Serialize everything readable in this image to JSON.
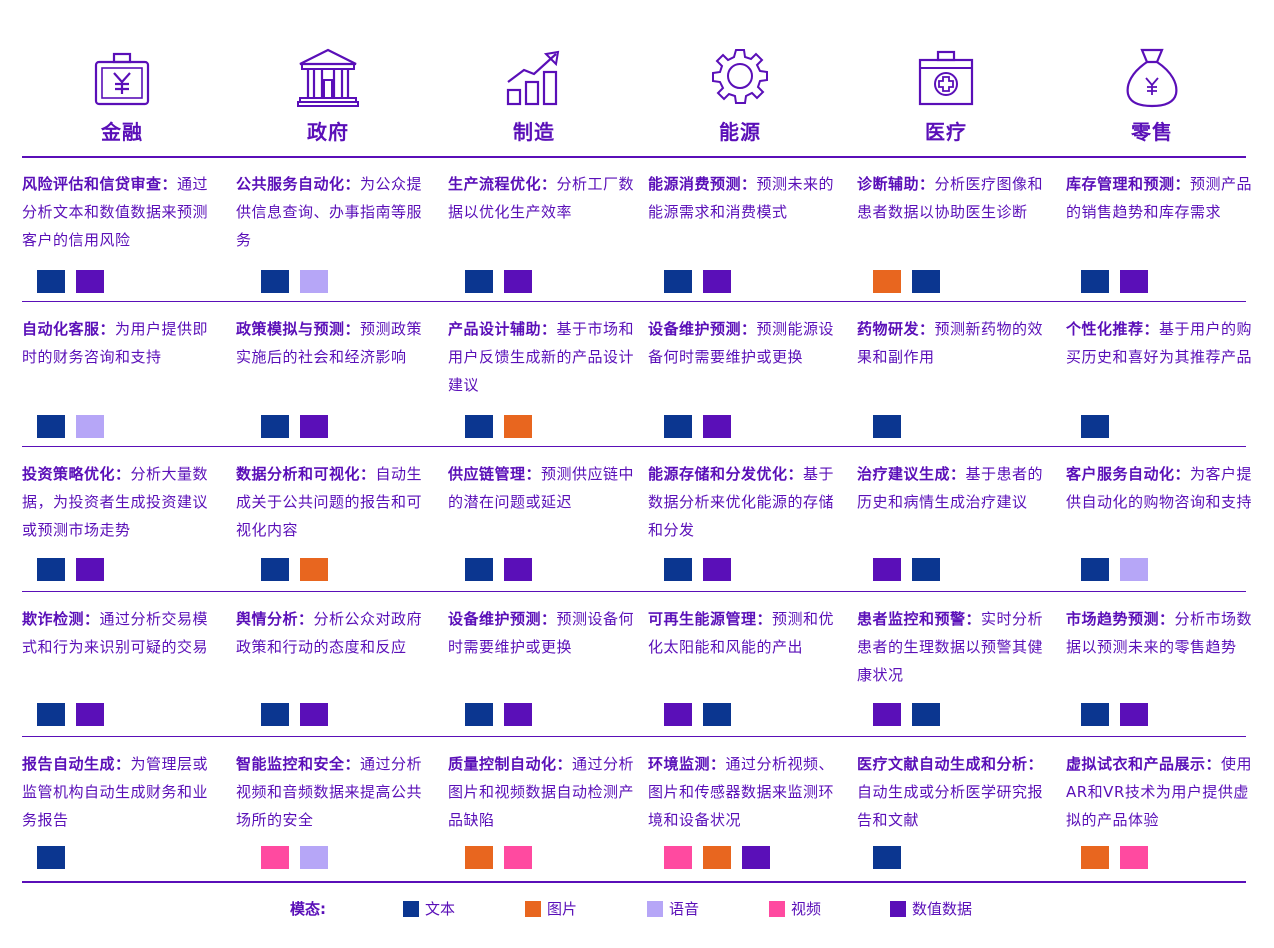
{
  "colors": {
    "text": "#0b3690",
    "image": "#e8661f",
    "voice": "#b6a6f7",
    "video": "#ff4aa0",
    "numeric": "#5a0fb8",
    "ink": "#5a0fb8"
  },
  "headers": [
    {
      "label": "金融",
      "icon": "money-bag-icon"
    },
    {
      "label": "政府",
      "icon": "government-building-icon"
    },
    {
      "label": "制造",
      "icon": "growth-chart-icon"
    },
    {
      "label": "能源",
      "icon": "gear-icon"
    },
    {
      "label": "医疗",
      "icon": "medical-kit-icon"
    },
    {
      "label": "零售",
      "icon": "money-sack-icon"
    }
  ],
  "rows": [
    [
      {
        "title": "风险评估和信贷审查：",
        "desc": "通过分析文本和数值数据来预测客户的信用风险",
        "modalities": [
          "text",
          "numeric"
        ]
      },
      {
        "title": "公共服务自动化：",
        "desc": "为公众提供信息查询、办事指南等服务",
        "modalities": [
          "text",
          "voice"
        ]
      },
      {
        "title": "生产流程优化：",
        "desc": "分析工厂数据以优化生产效率",
        "modalities": [
          "text",
          "numeric"
        ]
      },
      {
        "title": "能源消费预测：",
        "desc": "预测未来的能源需求和消费模式",
        "modalities": [
          "text",
          "numeric"
        ]
      },
      {
        "title": "诊断辅助：",
        "desc": "分析医疗图像和患者数据以协助医生诊断",
        "modalities": [
          "image",
          "text"
        ]
      },
      {
        "title": "库存管理和预测：",
        "desc": "预测产品的销售趋势和库存需求",
        "modalities": [
          "text",
          "numeric"
        ]
      }
    ],
    [
      {
        "title": "自动化客服：",
        "desc": "为用户提供即时的财务咨询和支持",
        "modalities": [
          "text",
          "voice"
        ]
      },
      {
        "title": "政策模拟与预测：",
        "desc": "预测政策实施后的社会和经济影响",
        "modalities": [
          "text",
          "numeric"
        ]
      },
      {
        "title": "产品设计辅助：",
        "desc": "基于市场和用户反馈生成新的产品设计建议",
        "modalities": [
          "text",
          "image"
        ]
      },
      {
        "title": "设备维护预测：",
        "desc": "预测能源设备何时需要维护或更换",
        "modalities": [
          "text",
          "numeric"
        ]
      },
      {
        "title": "药物研发：",
        "desc": "预测新药物的效果和副作用",
        "modalities": [
          "text"
        ]
      },
      {
        "title": "个性化推荐：",
        "desc": "基于用户的购买历史和喜好为其推荐产品",
        "modalities": [
          "text"
        ]
      }
    ],
    [
      {
        "title": "投资策略优化：",
        "desc": "分析大量数据，为投资者生成投资建议或预测市场走势",
        "modalities": [
          "text",
          "numeric"
        ]
      },
      {
        "title": "数据分析和可视化：",
        "desc": "自动生成关于公共问题的报告和可视化内容",
        "modalities": [
          "text",
          "image"
        ]
      },
      {
        "title": "供应链管理：",
        "desc": "预测供应链中的潜在问题或延迟",
        "modalities": [
          "text",
          "numeric"
        ]
      },
      {
        "title": "能源存储和分发优化：",
        "desc": "基于数据分析来优化能源的存储和分发",
        "modalities": [
          "text",
          "numeric"
        ]
      },
      {
        "title": "治疗建议生成：",
        "desc": "基于患者的历史和病情生成治疗建议",
        "modalities": [
          "numeric",
          "text"
        ]
      },
      {
        "title": "客户服务自动化：",
        "desc": "为客户提供自动化的购物咨询和支持",
        "modalities": [
          "text",
          "voice"
        ]
      }
    ],
    [
      {
        "title": "欺诈检测：",
        "desc": "通过分析交易模式和行为来识别可疑的交易",
        "modalities": [
          "text",
          "numeric"
        ]
      },
      {
        "title": "舆情分析：",
        "desc": "分析公众对政府政策和行动的态度和反应",
        "modalities": [
          "text",
          "numeric"
        ]
      },
      {
        "title": "设备维护预测：",
        "desc": "预测设备何时需要维护或更换",
        "modalities": [
          "text",
          "numeric"
        ]
      },
      {
        "title": "可再生能源管理：",
        "desc": "预测和优化太阳能和风能的产出",
        "modalities": [
          "numeric",
          "text"
        ]
      },
      {
        "title": "患者监控和预警：",
        "desc": "实时分析患者的生理数据以预警其健康状况",
        "modalities": [
          "numeric",
          "text"
        ]
      },
      {
        "title": "市场趋势预测：",
        "desc": "分析市场数据以预测未来的零售趋势",
        "modalities": [
          "text",
          "numeric"
        ]
      }
    ],
    [
      {
        "title": "报告自动生成：",
        "desc": "为管理层或监管机构自动生成财务和业务报告",
        "modalities": [
          "text"
        ]
      },
      {
        "title": "智能监控和安全：",
        "desc": "通过分析视频和音频数据来提高公共场所的安全",
        "modalities": [
          "video",
          "voice"
        ]
      },
      {
        "title": "质量控制自动化：",
        "desc": "通过分析图片和视频数据自动检测产品缺陷",
        "modalities": [
          "image",
          "video"
        ]
      },
      {
        "title": "环境监测：",
        "desc": "通过分析视频、图片和传感器数据来监测环境和设备状况",
        "modalities": [
          "video",
          "image",
          "numeric"
        ]
      },
      {
        "title": "医疗文献自动生成和分析：",
        "desc": "自动生成或分析医学研究报告和文献",
        "modalities": [
          "text"
        ]
      },
      {
        "title": "虚拟试衣和产品展示：",
        "desc": "使用AR和VR技术为用户提供虚拟的产品体验",
        "modalities": [
          "image",
          "video"
        ]
      }
    ]
  ],
  "legend": {
    "title": "模态:",
    "items": [
      {
        "key": "text",
        "label": "文本"
      },
      {
        "key": "image",
        "label": "图片"
      },
      {
        "key": "voice",
        "label": "语音"
      },
      {
        "key": "video",
        "label": "视频"
      },
      {
        "key": "numeric",
        "label": "数值数据"
      }
    ]
  }
}
